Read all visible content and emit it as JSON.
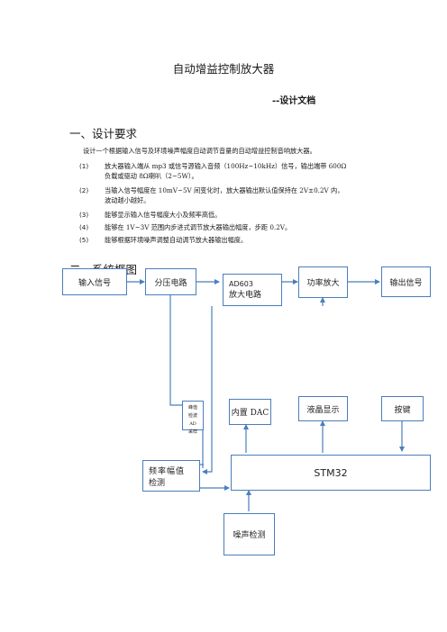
{
  "document": {
    "title": "自动增益控制放大器",
    "subtitle": "--设计文档",
    "section1": {
      "heading": "一、设计要求",
      "intro": "设计一个根据输入信号及环境噪声幅度自动调节音量的自动增益控制音响放大器。",
      "items": [
        {
          "num": "(1)",
          "line1": "放大器输入端从 mp3 或信号源输入音频（100Hz~10kHz）信号，输出端带 600Ω",
          "line2": "负载或驱动 8Ω喇叭（2~5W）。"
        },
        {
          "num": "(2)",
          "line1": "当输入信号幅度在 10mV~5V 间变化时，放大器输出默认值保持在 2V±0.2V 内，",
          "line2": "波动越小越好。"
        },
        {
          "num": "(3)",
          "line1": "能够显示输入信号幅度大小及频率高低。",
          "line2": ""
        },
        {
          "num": "(4)",
          "line1": "能够在 1V~3V 范围内步进式调节放大器输出幅度，步距 0.2V。",
          "line2": ""
        },
        {
          "num": "(5)",
          "line1": "能够根据环境噪声调整自动调节放大器输出幅度。",
          "line2": ""
        }
      ]
    },
    "section2": {
      "heading": "二、系统框图"
    }
  },
  "diagram": {
    "input_signal": "输入信号",
    "divider": "分压电路",
    "amp_line1": "AD603",
    "amp_line2": "放大电路",
    "power_amp": "功率放大",
    "output_signal": "输出信号",
    "small_box_lines": [
      "峰值",
      "检波",
      "AD",
      "采样"
    ],
    "dac": "内置 DAC",
    "lcd": "液晶显示",
    "keys": "按键",
    "freq_line1": "频率幅值",
    "freq_line2": "检测",
    "mcu": "STM32",
    "noise": "噪声检测"
  },
  "colors": {
    "box_border": "#4a7ebb",
    "arrow": "#4a7ebb"
  }
}
